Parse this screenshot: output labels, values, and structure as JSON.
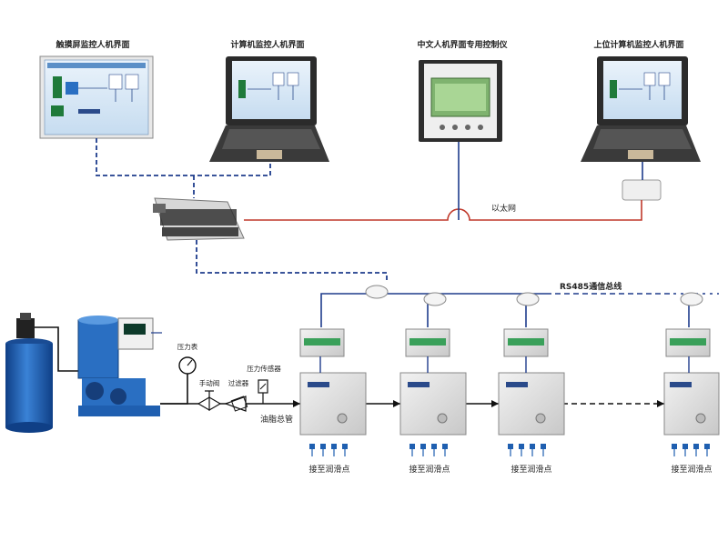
{
  "labels": {
    "touchscreen_hmi": "触摸屏监控人机界面",
    "computer_hmi": "计算机监控人机界面",
    "chinese_controller": "中文人机界面专用控制仪",
    "host_computer_hmi": "上位计算机监控人机界面",
    "ethernet": "以太网",
    "rs485_bus": "RS485通信总线",
    "pressure_gauge": "压力表",
    "manual_valve": "手动阀",
    "filter": "过滤器",
    "pressure_sensor": "压力传感器",
    "main_lube_pipe": "油脂总管",
    "lube_point_1": "接至润滑点",
    "lube_point_2": "接至润滑点",
    "lube_point_3": "接至润滑点",
    "lube_point_4": "接至润滑点"
  },
  "colors": {
    "data_line": "#1e3c8c",
    "ethernet_line": "#c0392b",
    "pipe_line": "#111111",
    "tank": "#1f5fb0",
    "pump": "#2a6fc2"
  }
}
